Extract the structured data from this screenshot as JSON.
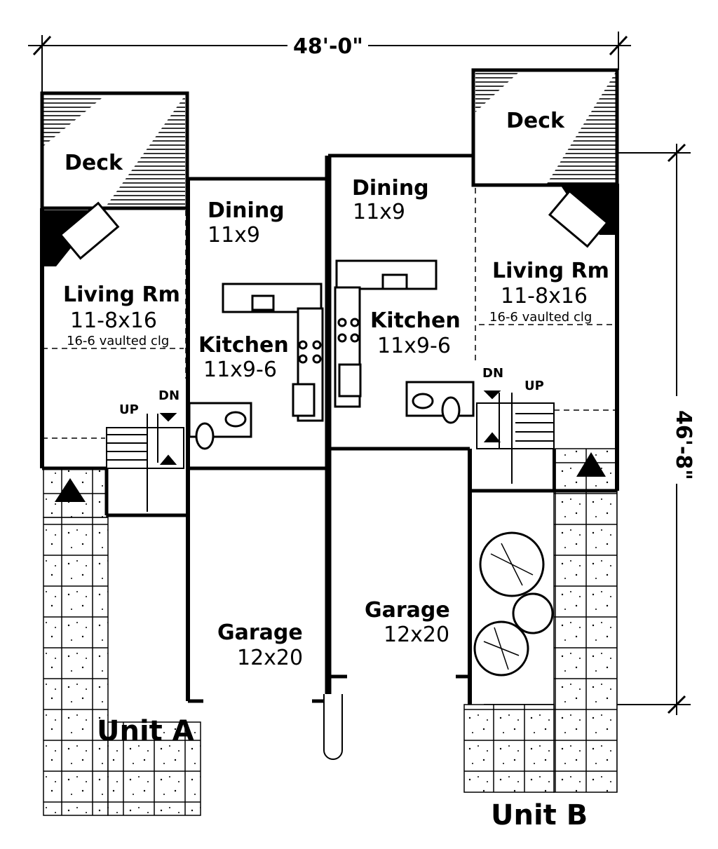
{
  "plan": {
    "overall_width": "48'-0\"",
    "overall_depth": "46'-8\""
  },
  "unit_a": {
    "label": "Unit A",
    "deck": "Deck",
    "dining_name": "Dining",
    "dining_size": "11x9",
    "living_name": "Living Rm",
    "living_size": "11-8x16",
    "living_note": "16-6 vaulted clg",
    "kitchen_name": "Kitchen",
    "kitchen_size": "11x9-6",
    "garage_name": "Garage",
    "garage_size": "12x20",
    "stair_up": "UP",
    "stair_down": "DN"
  },
  "unit_b": {
    "label": "Unit B",
    "deck": "Deck",
    "dining_name": "Dining",
    "dining_size": "11x9",
    "living_name": "Living Rm",
    "living_size": "11-8x16",
    "living_note": "16-6 vaulted clg",
    "kitchen_name": "Kitchen",
    "kitchen_size": "11x9-6",
    "garage_name": "Garage",
    "garage_size": "12x20",
    "stair_up": "UP",
    "stair_down": "DN"
  },
  "colors": {
    "ink": "#000000",
    "paper": "#ffffff"
  }
}
